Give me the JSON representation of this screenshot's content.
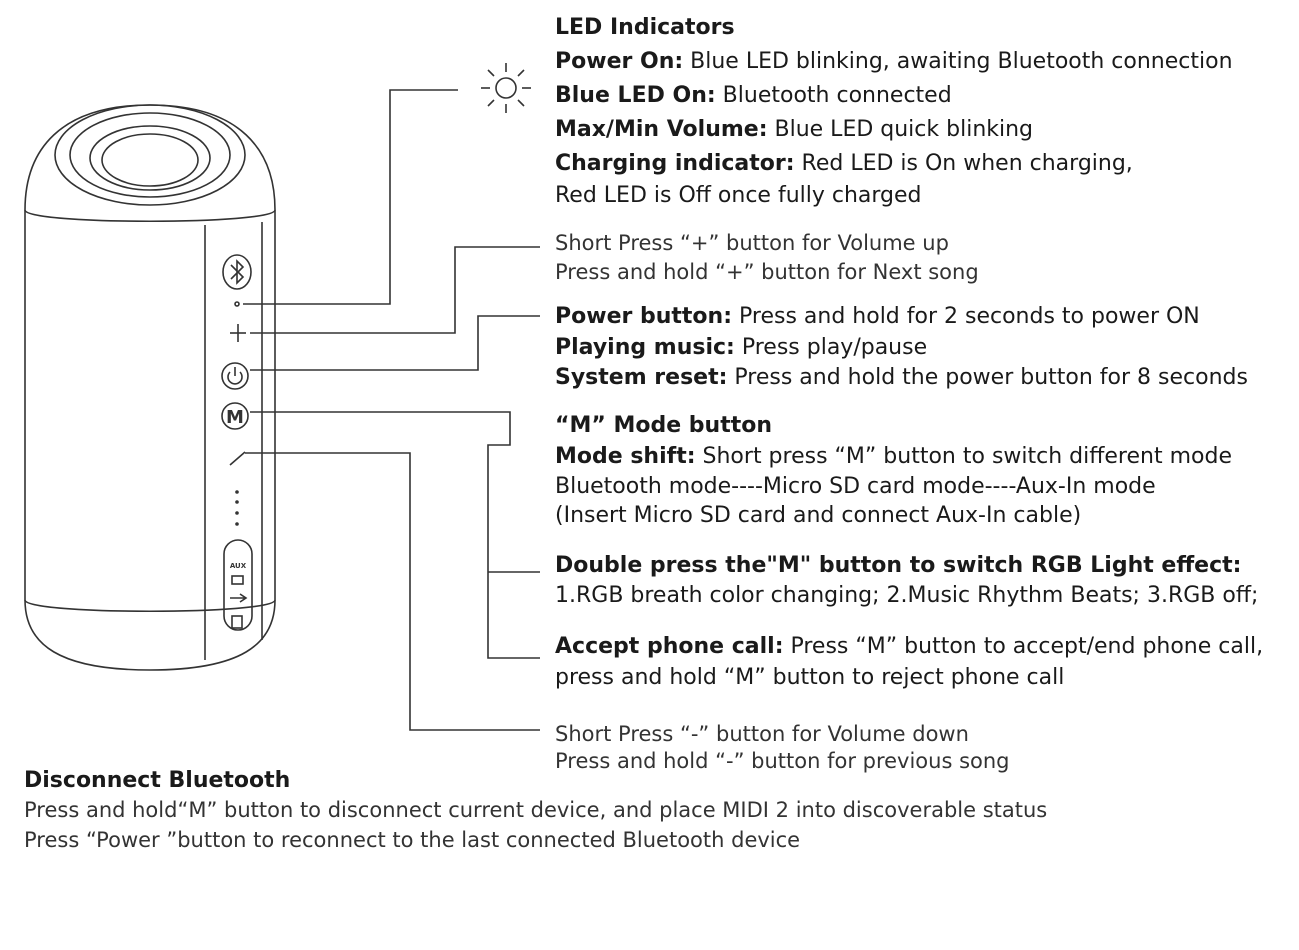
{
  "led_indicators": {
    "heading": "LED Indicators",
    "power_on_label": "Power On:",
    "power_on_text": " Blue LED blinking, awaiting Bluetooth connection",
    "blue_led_label": "Blue LED On:",
    "blue_led_text": " Bluetooth connected",
    "maxmin_label": "Max/Min Volume:",
    "maxmin_text": " Blue LED quick blinking",
    "charging_label": "Charging indicator:",
    "charging_text": " Red LED is On when charging,",
    "charging_text2": "Red LED is Off once fully charged"
  },
  "volume_up": {
    "line1": "Short Press “+” button for Volume up",
    "line2": "Press and hold “+” button for Next song"
  },
  "power_button": {
    "label": "Power  button:",
    "text": " Press and hold for 2 seconds to power ON",
    "playing_label": "Playing music:",
    "playing_text": " Press play/pause",
    "reset_label": "System reset:",
    "reset_text": " Press and hold the power button for 8 seconds"
  },
  "mode_button": {
    "heading": "“M” Mode button",
    "shift_label": "Mode shift:",
    "shift_text": "  Short press “M” button to switch different mode",
    "modes_line": "Bluetooth mode----Micro SD card mode----Aux-In mode",
    "insert_line": "(Insert Micro SD card and connect Aux-In cable)"
  },
  "rgb": {
    "heading": "Double press the\"M\" button to switch RGB Light effect:",
    "text": "1.RGB breath color changing; 2.Music Rhythm Beats; 3.RGB off;"
  },
  "phone_call": {
    "label": "Accept phone call:",
    "text": " Press “M” button to accept/end phone call,",
    "text2": "press and hold “M”  button to reject phone call"
  },
  "volume_down": {
    "line1": "Short Press “-” button for Volume down",
    "line2": "Press and hold “-” button for previous song"
  },
  "disconnect": {
    "heading": "Disconnect Bluetooth",
    "line1": "Press and hold“M” button to disconnect current device, and place MIDI 2 into discoverable status",
    "line2": "Press “Power ”button to reconnect to the last connected Bluetooth device"
  },
  "speaker": {
    "m_glyph": "M",
    "aux_label": "AUX"
  },
  "colors": {
    "line": "#333333",
    "text": "#1a1a1a"
  }
}
